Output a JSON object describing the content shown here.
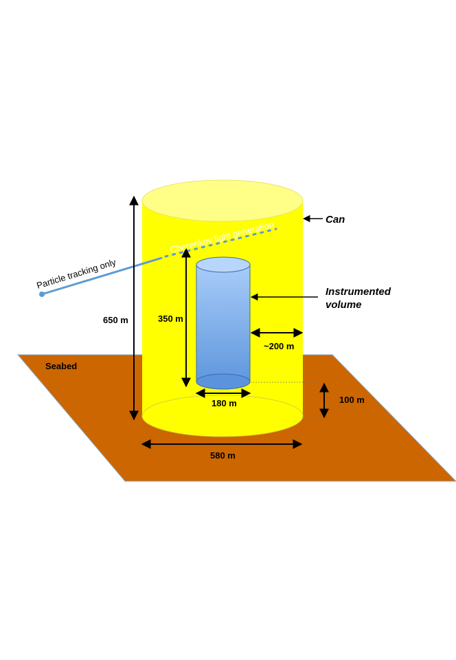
{
  "labels": {
    "can": "Can",
    "instrumented_line1": "Instrumented",
    "instrumented_line2": "volume",
    "seabed": "Seabed",
    "particle_tracking": "Particle tracking only",
    "cherenkov": "Cherenkov light generation",
    "height_can": "650 m",
    "height_instrumented": "350 m",
    "gap": "~200 m",
    "diameter_instrumented": "180 m",
    "elevation": "100 m",
    "diameter_can": "580 m"
  },
  "colors": {
    "seabed": "#cc6600",
    "can": "#ffff00",
    "can_top": "#ffff88",
    "instrumented_top": "#a8c8f8",
    "instrumented_bottom": "#5b94dc",
    "particle_track": "#5b9bd5"
  }
}
